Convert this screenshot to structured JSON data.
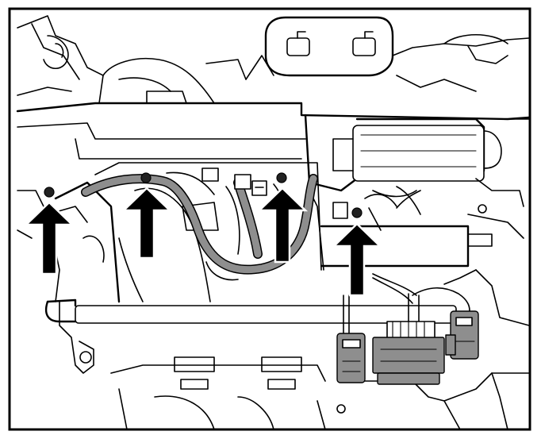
{
  "figure": {
    "background": "#ffffff",
    "line_color": "#000000",
    "harness_color": "#8e8e8e",
    "arrow_color": "#000000",
    "fastener_arrows": [
      {
        "name": "fastener-arrow-1"
      },
      {
        "name": "fastener-arrow-2"
      },
      {
        "name": "fastener-arrow-3"
      },
      {
        "name": "fastener-arrow-4"
      }
    ]
  }
}
